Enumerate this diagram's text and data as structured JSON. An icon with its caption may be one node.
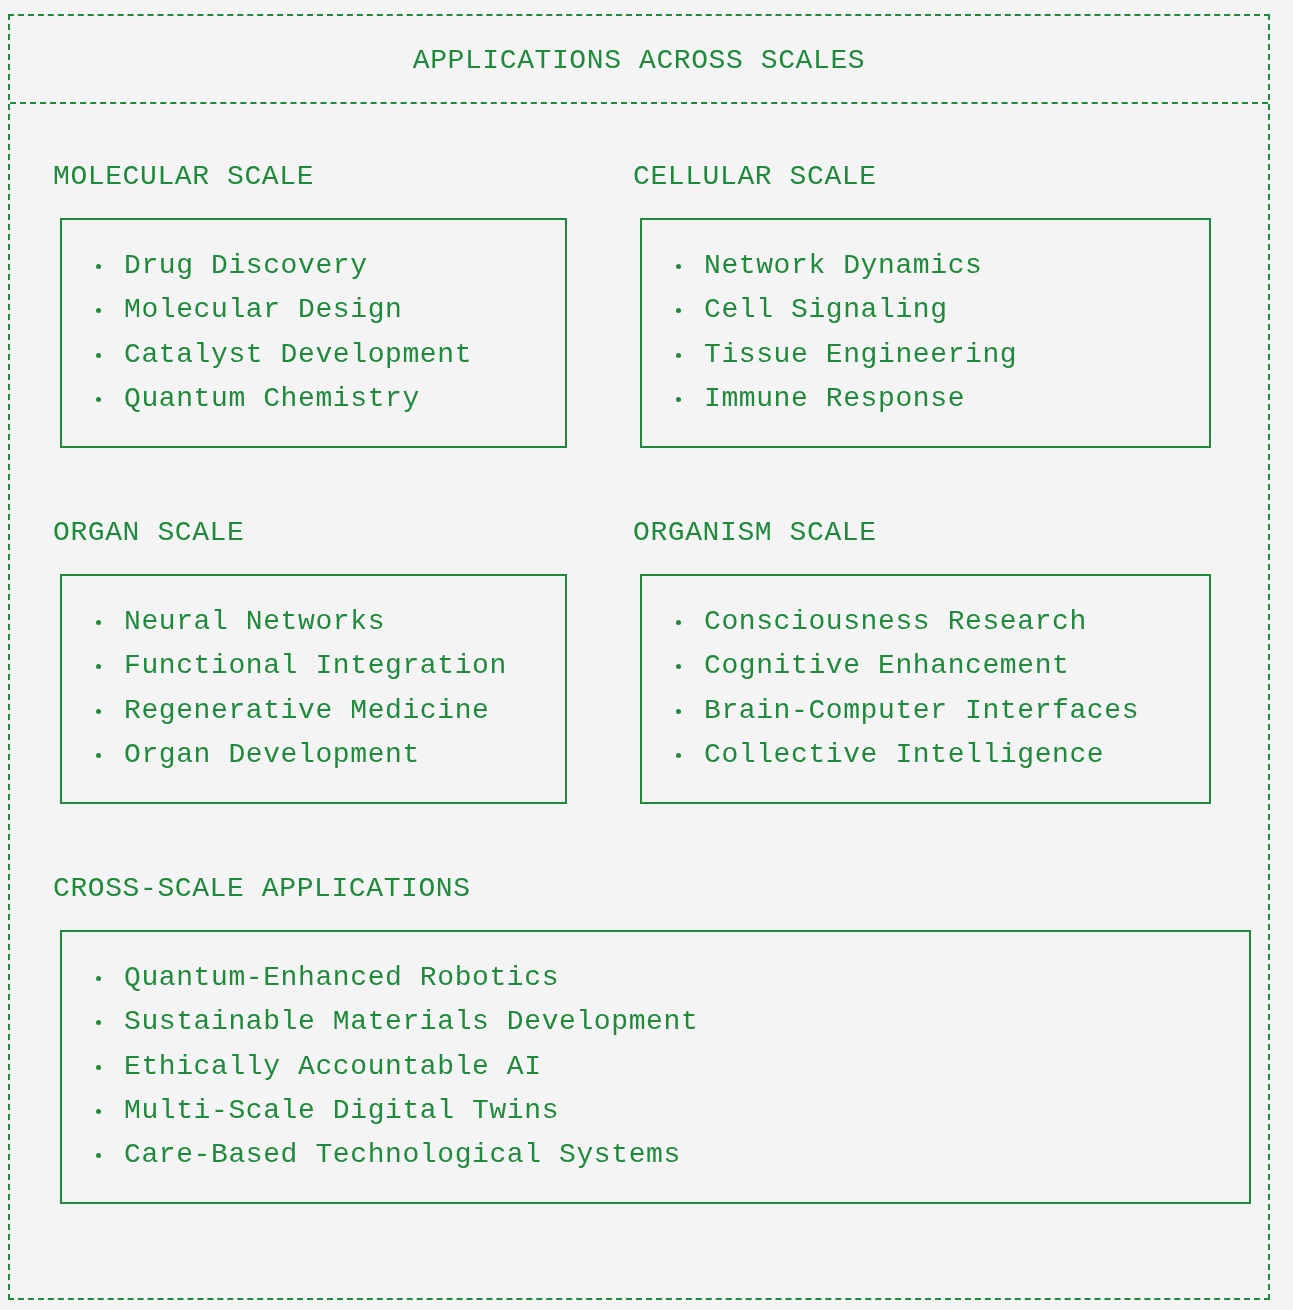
{
  "diagram": {
    "nodes": [
      {
        "text": [
          "APPLICATIONS ACROSS SCALES"
        ]
      },
      {
        "text": [
          "MOLECULAR SCALE",
          "Drug Discovery",
          "Molecular Design",
          "Catalyst Development",
          "Quantum Chemistry"
        ],
        "in": 0
      },
      {
        "text": [
          "CELLULAR SCALE",
          "Network Dynamics",
          "Cell Signaling",
          "Tissue Engineering",
          "Immune Response"
        ],
        "in": 0
      },
      {
        "text": [
          "ORGAN SCALE",
          "Neural Networks",
          "Functional Integration",
          "Regenerative Medicine",
          "Organ Development"
        ],
        "in": 0
      },
      {
        "text": [
          "ORGANISM SCALE",
          "Consciousness Research",
          "Cognitive Enhancement",
          "Brain-Computer Interfaces",
          "Collective Intelligence"
        ],
        "in": 0
      },
      {
        "text": [
          "CROSS-SCALE APPLICATIONS",
          "Quantum-Enhanced Robotics",
          "Sustainable Materials Development",
          "Ethically Accountable AI",
          "Multi-Scale Digital Twins",
          "Care-Based Technological Systems"
        ],
        "in": 0
      }
    ]
  }
}
